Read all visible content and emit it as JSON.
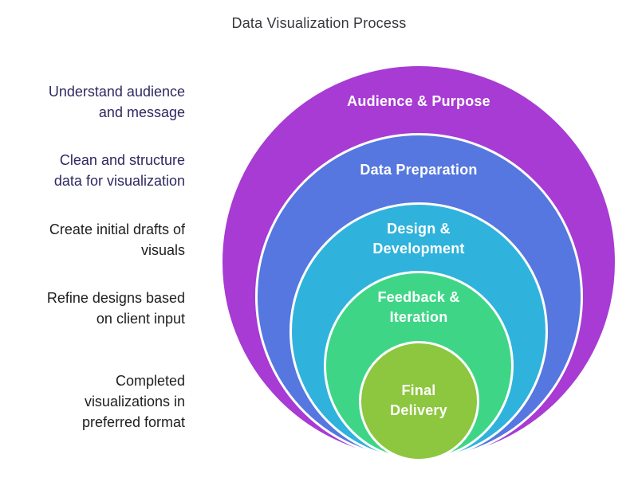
{
  "title": "Data Visualization Process",
  "title_color": "#37383d",
  "background_color": "#ffffff",
  "diagram": {
    "type": "nested-circles-process",
    "ring_border_color": "#ffffff",
    "label_text_color": "#ffffff",
    "rings": [
      {
        "label": "Audience & Purpose",
        "color": "#a73bd4"
      },
      {
        "label": "Data Preparation",
        "color": "#5577df"
      },
      {
        "label": "Design &\nDevelopment",
        "color": "#2fb3dc"
      },
      {
        "label": "Feedback &\nIteration",
        "color": "#3ed686"
      },
      {
        "label": "Final\nDelivery",
        "color": "#8dc63f"
      }
    ]
  },
  "annotations": [
    {
      "text": "Understand audience\nand message",
      "color": "#2e2960"
    },
    {
      "text": "Clean and structure\ndata for visualization",
      "color": "#2e2960"
    },
    {
      "text": "Create initial drafts of\nvisuals",
      "color": "#1e1e1e"
    },
    {
      "text": "Refine designs based\non client input",
      "color": "#1e1e1e"
    },
    {
      "text": "Completed\nvisualizations in\npreferred format",
      "color": "#1e1e1e"
    }
  ]
}
